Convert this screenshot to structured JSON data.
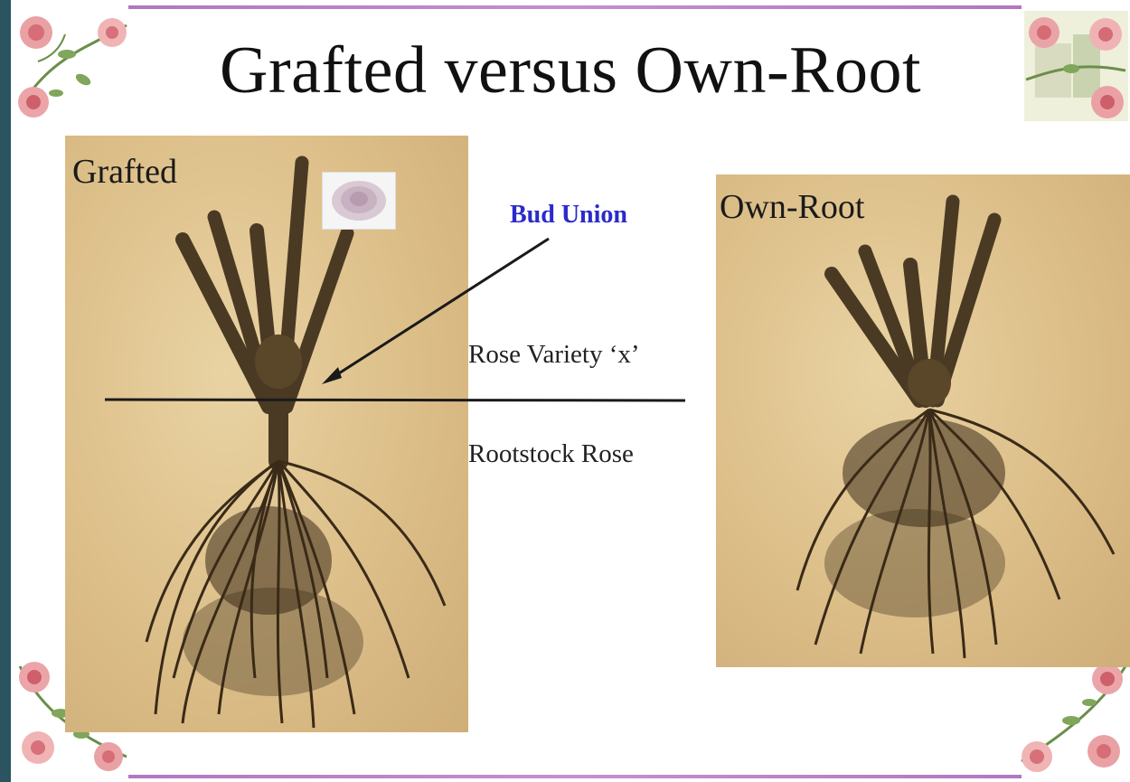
{
  "slide": {
    "title": "Grafted versus Own-Root"
  },
  "grafted_photo": {
    "label": "Grafted"
  },
  "own_root_photo": {
    "label": "Own-Root"
  },
  "annotations": {
    "bud_union": "Bud Union",
    "rose_variety": "Rose Variety ‘x’",
    "rootstock": "Rootstock Rose"
  },
  "icons": {
    "corner_top_left": "floral-corner-icon",
    "corner_top_right": "floral-corner-icon",
    "corner_bottom_left": "floral-corner-icon",
    "corner_bottom_right": "floral-corner-icon",
    "thumbnail": "rose-flower-icon"
  },
  "colors": {
    "frame_bar": "#b277c1",
    "background_edge": "#2a5560",
    "bud_union_text": "#2a2acc",
    "photo_bg": "#dcbe88"
  }
}
